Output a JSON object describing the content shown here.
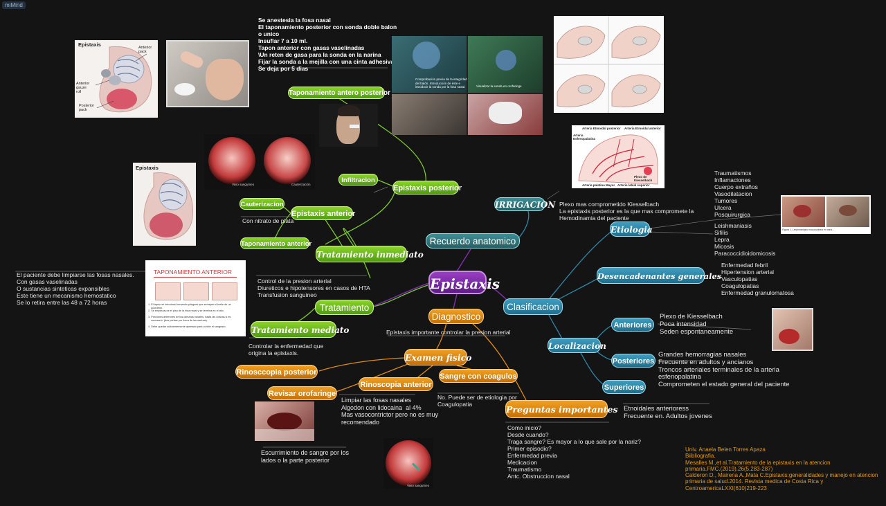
{
  "app": {
    "logo": "miMind"
  },
  "central": {
    "label": "Epistaxis"
  },
  "branches": {
    "recuerdo": "Recuerdo anatomico",
    "irrigacion": "IRRIGACION",
    "irrigacion_text": "Plexo mas comprometido Kiesselbach\nLa epistaxis posterior es la que mas compromete la\nHemodinamia del paciente",
    "clasificacion": "Clasificacion",
    "etiologia": "Etiologia",
    "etiologia_list1": "Traumatismos\nInflamaciones\nCuerpo extraños\nVasodilatacion\nTumores\nUlcera\nPosquirurgica",
    "etiologia_list2": "Leishmaniasis\nSifilis\nLepra\nMicosis\nParacoccidioidomicosis",
    "desencadenantes": "Desencadenantes generales",
    "desencadenantes_list": "Enfermedad febril\nHipertension arterial\nVasculopatias\nCoagulopatias\nEnfermedad granulomatosa",
    "localizacion": "Localizacion",
    "anteriores": "Anteriores",
    "anteriores_text": "Plexo de Kiesselbach\nPoca intensidad\nSeden espontaneamente",
    "posteriores": "Posteriores",
    "posteriores_text": "Grandes hemorragias nasales\nFrecuente en adultos y ancianos\nTroncos arteriales terminales de la arteria\nesfenopalatina\nComprometen el estado general del paciente",
    "superiores": "Superiores",
    "superiores_text": "Etnoidales anterioress\nFrecuente en. Adultos jovenes",
    "diagnostico": "Diagnostico",
    "diagnostico_text": "Epistaxis importante controlar la presion arterial",
    "examen": "Examen fisico",
    "rinoscopia_post": "Rinosccopia posterior",
    "revisar": "Revisar orofaringe",
    "revisar_text": "Escurrimiento de sangre por los\nlados o la parte posterior",
    "rinoscopia_ant": "Rinoscopia anterior",
    "rinoscopia_ant_text": "Limpiar las fosas nasales\nAlgodon con lidocaina  al 4%\nMas vasocontrictor pero no es muy\nrecomendado",
    "sangre": "Sangre con coagulos",
    "sangre_text": "No. Puede ser de etiologia por\nCoagulopatia",
    "preguntas": "Preguntas importantes",
    "preguntas_text": "Como inicio?\nDesde cuando?\nTraga sangre? Es mayor a lo que sale por la nariz?\nPrimer episodio?\nEnfermedad previa\nMedicacion\nTraumatismo\nAntc. Obstruccion nasal",
    "tratamiento": "Tratamiento",
    "tratamiento_text": "Control de la presion arterial\nDiureticos e hipotensores en casos de HTA\nTransfusion sanguineo",
    "tratamiento_mediato": "Tratamiento mediato",
    "mediato_text": "Controlar la enfermedad que\norigina la epistaxis.",
    "tratamiento_inmediato": "Tratamiento inmediato",
    "epistaxis_anterior": "Epistaxis anterior",
    "cauterizacion": "Cauterizacion",
    "cauterizacion_text": "Con nitrato de plata",
    "taponamiento_anterior": "Taponamiento anterior",
    "taponamiento_anterior_text": "El paciente debe limpiarse las fosas nasales.\nCon gasas vaselinadas\nO sustancias sinteticas expansibles\nEste tiene un mecanismo hemostatico\nSe lo retira entre las 48 a 72 horas",
    "epistaxis_posterior": "Epistaxis posterior",
    "infiltracion": "Infiltracion",
    "taponamiento_ap": "Taponamiento antero posterior",
    "taponamiento_ap_text": "Se anestesia la fosa nasal\nEl taponamiento posterior con sonda doble balon\no unico\nInsuflar 7 a 10 ml.\nTapon anterior con gasas vaselinadas\n\\Un reten de gasa para la sonda en la narina\nFijar la sonda a la mejilla con una cinta adhesiva\nSe deja por 5 dias"
  },
  "images": {
    "epistaxis_diagram_top": "Epistaxis",
    "anterior_pack": "Anterior\npack",
    "anterior_gauze": "Anterior\ngauze\nroll",
    "posterior_pack": "Posterior\npack",
    "epistaxis_diagram_left": "Epistaxis",
    "tap_ant_title": "TAPONAMIENTO ANTERIOR",
    "tap_ant_caption": "1. El tapón se introduce formando pliegues que semejan el fuelle de un\n    acordeón.\n2. Se empieza por el piso de la fosa nasal y se termina en el alto.\n\n3. Porciones anteriores de las cámaras nasales, hasta las coanas si es\n    necesario. (dos puntas por fuera de las narinas).\n\n4. Debe quedar suficientemente apretado para cohibir el sangrado",
    "vaso_sanguineo": "Vaso sanguíneo",
    "cauterizacion_img": "Cauterización",
    "endo_caption1": "Comprobación previa de la integridad\ndel balón. Introducción de éste e\nintroducir la sonda por la fosa nasal.",
    "endo_caption2": "Visualizar la sonda en orofaringe",
    "arteria_etmoidal_post": "Arteria Etmoidal posterior",
    "arteria_etmoidal_ant": "Arteria Etmoidal anterior",
    "arteria_esfenopalatina": "Arteria\nEsfenopalatina",
    "plexo_kiesselbach": "Plexo de Kiesselbach",
    "arteria_palatina": "Arteria palatina Mayor",
    "arteria_labial": "Arteria labial superior",
    "figura_caption": "Figura 1. Leishmaniasis mucocutánea en nariz..."
  },
  "references": "Univ. Anaela Belen Torres Apaza\nBiibliografia.\nMesalles M.,et al.Tratamiento de la epistaxis en la atencion\nprimaria.FMC.(2019).26(5.283-287)\nCalderon D., Mairena A.,Mata C.Epistaxis:generalidades y manejo en atencion\nprimaria de salud.2014. Revista medica de Costa Rica y\nCentroamericaLXXI(610)219-223",
  "colors": {
    "background": "#141414",
    "green": "#6ab81e",
    "orange": "#e08a14",
    "blue": "#2f87a8",
    "purple": "#7a2ea8",
    "teal": "#2f7a80"
  }
}
